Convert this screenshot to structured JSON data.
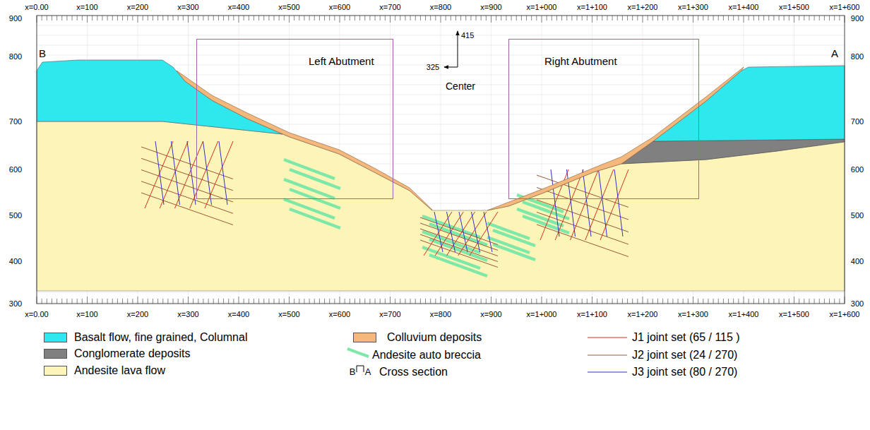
{
  "diagram": {
    "nodes": [
      {
        "text": [
          "Left Abutment"
        ]
      },
      {
        "text": [
          "Right Abutment"
        ]
      }
    ],
    "labels": [
      "x=0.00",
      "x=100",
      "x=200",
      "x=300",
      "x=400",
      "x=500",
      "x=600",
      "x=700",
      "x=800",
      "x=900",
      "x=1+000",
      "x=1+100",
      "x=1+200",
      "x=1+300",
      "x=1+400",
      "x=1+500",
      "x=1+600",
      "x=0.00",
      "x=100",
      "x=200",
      "x=300",
      "x=400",
      "x=500",
      "x=600",
      "x=700",
      "x=800",
      "x=900",
      "x=1+000",
      "x=1+100",
      "x=1+200",
      "x=1+300",
      "x=1+400",
      "x=1+500",
      "x=1+600",
      "900",
      "800",
      "700",
      "600",
      "500",
      "400",
      "300",
      "900",
      "800",
      "700",
      "600",
      "500",
      "400",
      "300",
      "B",
      "A",
      "415",
      "325",
      "Center",
      "B",
      "A"
    ],
    "legend": [
      {
        "text": "Basalt flow, fine grained, Columnal",
        "color": "#2ee8ee"
      },
      {
        "text": "Conglomerate deposits",
        "color": "#808080"
      },
      {
        "text": "Andesite lava flow",
        "color": "#fdf5b8"
      },
      {
        "text": "Colluvium deposits",
        "color": "#f4b77c"
      },
      {
        "text": "Andesite auto breccia"
      },
      {
        "text": "Cross section"
      },
      {
        "text": "J1 joint set (65 / 115 )"
      },
      {
        "text": "J2 joint set (24 / 270)"
      },
      {
        "text": "J3 joint set (80 / 270)"
      }
    ]
  }
}
